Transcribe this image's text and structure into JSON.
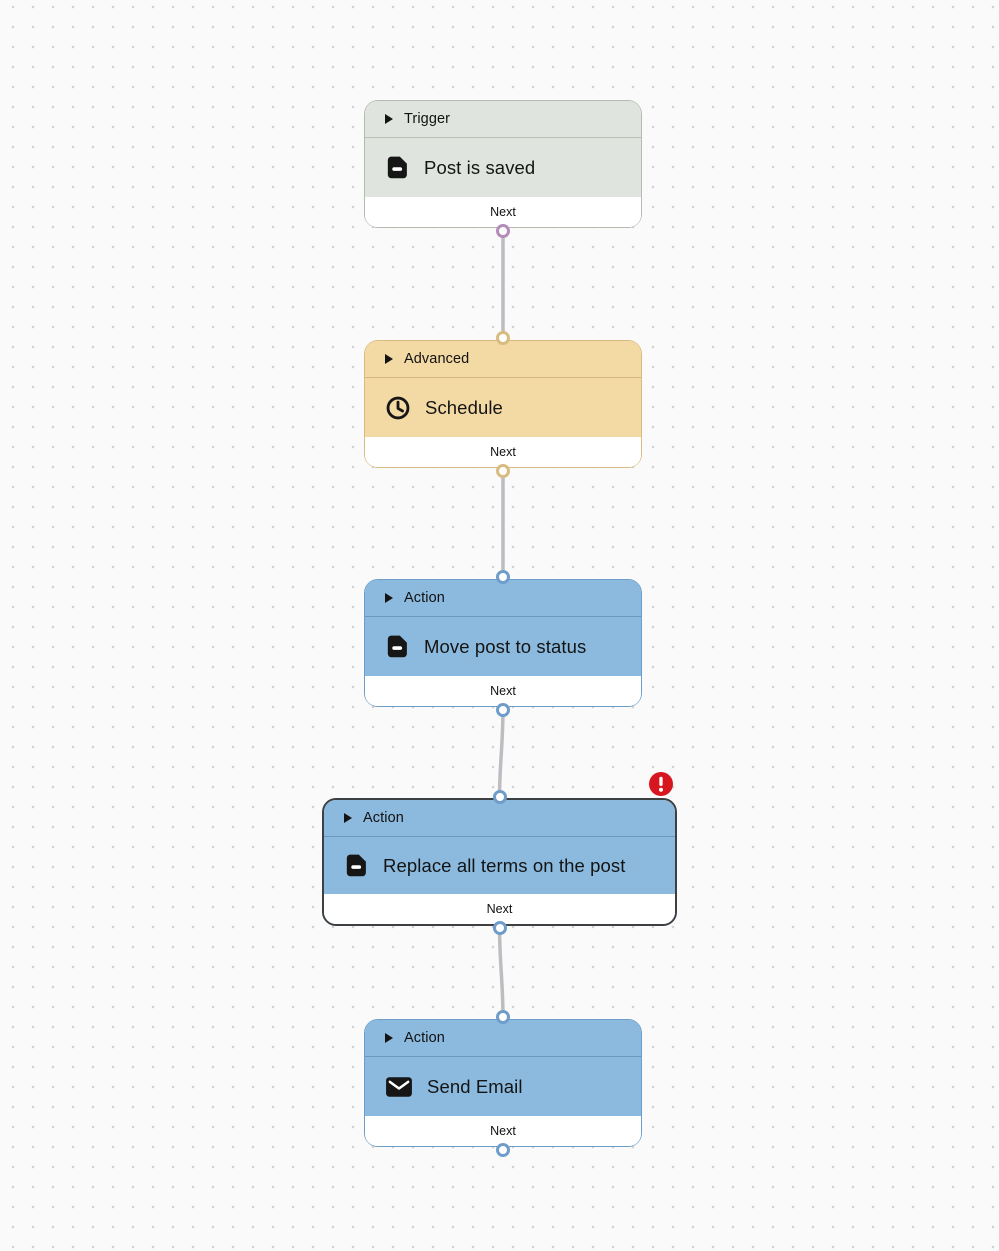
{
  "canvas": {
    "background_color": "#fafafa",
    "dot_grid_color": "#d2d2d6",
    "edge_color": "#bcbcc1"
  },
  "nodes": [
    {
      "type": "trigger",
      "category": "Trigger",
      "title": "Post is saved",
      "icon": "document-icon",
      "footer_label": "Next",
      "selected": false,
      "has_error": false,
      "colors": {
        "fill": "#dfe5de",
        "border": "#b3bbb1",
        "port": "#b48cb8"
      }
    },
    {
      "type": "advanced",
      "category": "Advanced",
      "title": "Schedule",
      "icon": "clock-icon",
      "footer_label": "Next",
      "selected": false,
      "has_error": false,
      "colors": {
        "fill": "#f3d9a4",
        "border": "#d8bb81",
        "port": "#d8bb81"
      }
    },
    {
      "type": "action",
      "category": "Action",
      "title": "Move post to status",
      "icon": "document-icon",
      "footer_label": "Next",
      "selected": false,
      "has_error": false,
      "colors": {
        "fill": "#8bbade",
        "border": "#6d9dc8",
        "port": "#6d9dc8"
      }
    },
    {
      "type": "action",
      "category": "Action",
      "title": "Replace all terms on the post",
      "icon": "document-icon",
      "footer_label": "Next",
      "selected": true,
      "has_error": true,
      "error_badge_color": "#d7161f",
      "colors": {
        "fill": "#8bbade",
        "border": "#3d4043",
        "port": "#6d9dc8"
      }
    },
    {
      "type": "action",
      "category": "Action",
      "title": "Send Email",
      "icon": "email-icon",
      "footer_label": "Next",
      "selected": false,
      "has_error": false,
      "colors": {
        "fill": "#8bbade",
        "border": "#6d9dc8",
        "port": "#6d9dc8"
      }
    }
  ],
  "edges": [
    {
      "from": "Post is saved",
      "to": "Schedule"
    },
    {
      "from": "Schedule",
      "to": "Move post to status"
    },
    {
      "from": "Move post to status",
      "to": "Replace all terms on the post"
    },
    {
      "from": "Replace all terms on the post",
      "to": "Send Email"
    }
  ]
}
